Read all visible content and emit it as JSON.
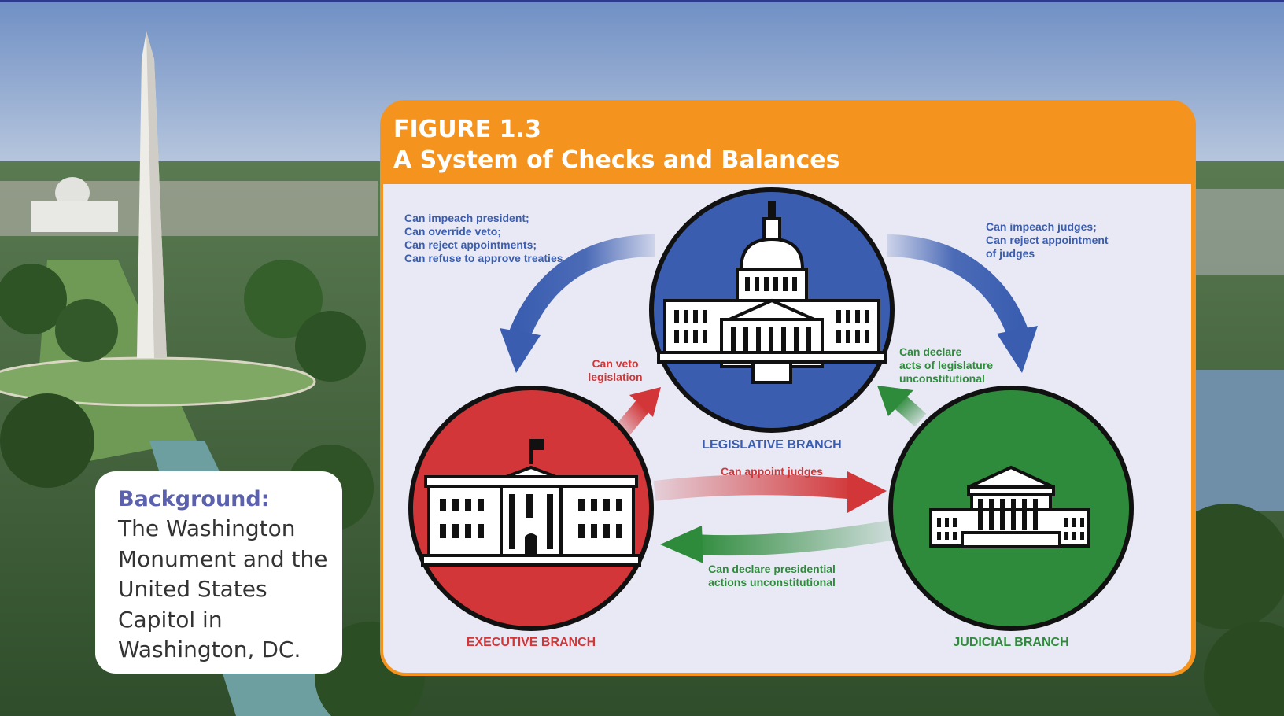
{
  "background": {
    "title": "Background:",
    "description": "The Washington Monument and the United States Capitol in Washington, DC."
  },
  "figure": {
    "number": "FIGURE 1.3",
    "title": "A System of Checks and Balances"
  },
  "branches": {
    "legislative": {
      "label": "LEGISLATIVE BRANCH",
      "color": "#3a5db0"
    },
    "executive": {
      "label": "EXECUTIVE BRANCH",
      "color": "#d23638"
    },
    "judicial": {
      "label": "JUDICIAL BRANCH",
      "color": "#2f8b3c"
    }
  },
  "checks": {
    "legislative_on_executive": [
      "Can impeach president;",
      "Can override veto;",
      "Can reject appointments;",
      "Can refuse to approve treaties"
    ],
    "legislative_on_judicial": [
      "Can impeach judges;",
      "Can reject appointment",
      "of judges"
    ],
    "executive_on_legislative": [
      "Can veto",
      "legislation"
    ],
    "judicial_on_legislative": [
      "Can declare",
      "acts of legislature",
      "unconstitutional"
    ],
    "executive_on_judicial": [
      "Can appoint judges"
    ],
    "judicial_on_executive": [
      "Can declare presidential",
      "actions unconstitutional"
    ]
  },
  "colors": {
    "figure_header": "#f5931f",
    "panel": "#e8e9f4",
    "caption_title": "#5b61ad",
    "blue_text": "#3a5db0",
    "red_text": "#d23638",
    "green_text": "#2f8b3c"
  },
  "icons": [
    "capitol-icon",
    "white-house-icon",
    "supreme-court-icon"
  ]
}
